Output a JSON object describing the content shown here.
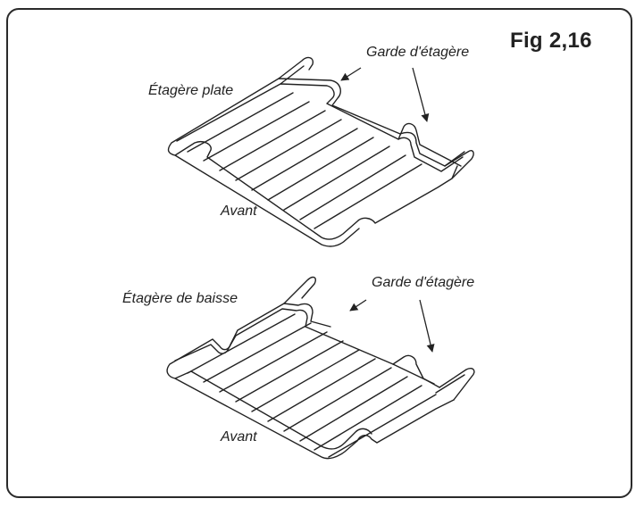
{
  "figure": {
    "title": "Fig 2,16"
  },
  "top_rack": {
    "label_shelf": "Étagère plate",
    "label_guard": "Garde d'étagère",
    "label_front": "Avant"
  },
  "bottom_rack": {
    "label_shelf": "Étagère de baisse",
    "label_guard": "Garde d'étagère",
    "label_front": "Avant"
  }
}
